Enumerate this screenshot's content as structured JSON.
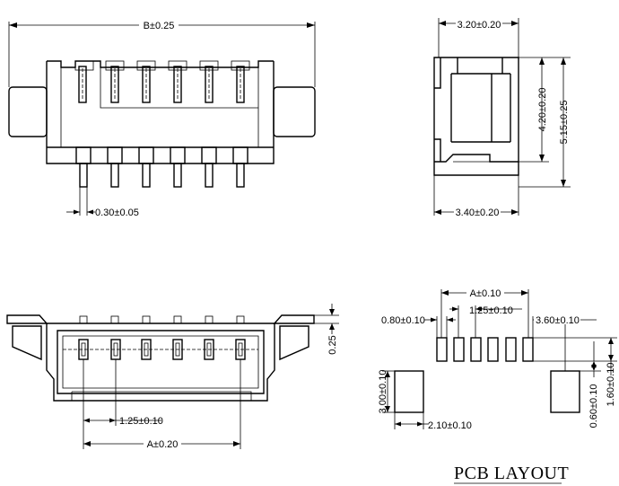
{
  "dimensions": {
    "front_width": "B±0.25",
    "pin_width": "0.30±0.05",
    "side_top_width": "3.20±0.20",
    "side_inner_height": "4.20±0.20",
    "side_total_height": "5.15±0.25",
    "side_bottom_width": "3.40±0.20",
    "top_peg_height": "0.25",
    "top_pin_pitch": "1.25±0.10",
    "top_pin_span": "A±0.20",
    "pcb_pad_span": "A±0.10",
    "pcb_pad_pitch": "1.25±0.10",
    "pcb_pad_width": "0.80±0.10",
    "pcb_pad_to_mount": "3.60±0.10",
    "pcb_mount_height": "3.00±0.10",
    "pcb_mount_width": "2.10±0.10",
    "pcb_mount_offset": "0.60±0.10",
    "pcb_pad_length": "1.60±0.10"
  },
  "labels": {
    "pcb_title": "PCB LAYOUT"
  }
}
